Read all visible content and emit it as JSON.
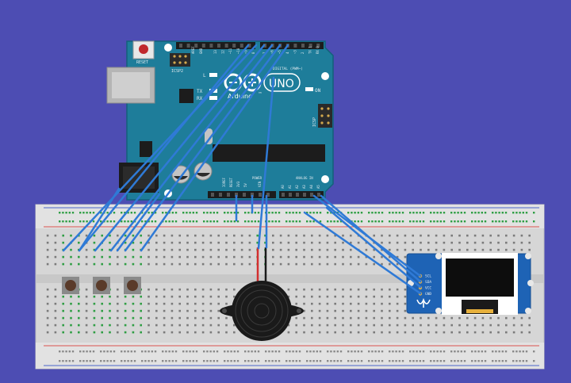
{
  "arduino": {
    "reset_label": "RESET",
    "icsp2_label": "ICSP2",
    "icsp_label": "ICSP",
    "uno_label": "UNO",
    "brand_label": "Arduino",
    "tm_label": "TM",
    "digital_label": "DIGITAL (PWM~)",
    "analog_label": "ANALOG IN",
    "power_label": "POWER",
    "on_label": "ON",
    "l_label": "L",
    "tx_label": "TX",
    "rx_label": "RX",
    "aref_label": "AREF",
    "gnd_label": "GND",
    "ioref_label": "IOREF",
    "reset_pin_label": "RESET",
    "v33_label": "3V3",
    "v5_label": "5V",
    "vin_label": "VIN",
    "digital_pins": [
      "13",
      "12",
      "~11",
      "~10",
      "~9",
      "8",
      "7",
      "~6",
      "~5",
      "4",
      "~3",
      "2",
      "TX 1",
      "RX 0"
    ],
    "analog_pins": [
      "A0",
      "A1",
      "A2",
      "A3",
      "A4",
      "A5"
    ]
  },
  "oled": {
    "pins": [
      "SCL",
      "SDA",
      "VCC",
      "GND"
    ]
  },
  "colors": {
    "background": "#4d4db3",
    "board": "#1e7d9a",
    "wire": "#2f7ad6",
    "breadboard": "#d6d6d6",
    "rail_red": "#d9534f",
    "rail_blue": "#4a67c9",
    "oled_pcb": "#1e63b5"
  }
}
